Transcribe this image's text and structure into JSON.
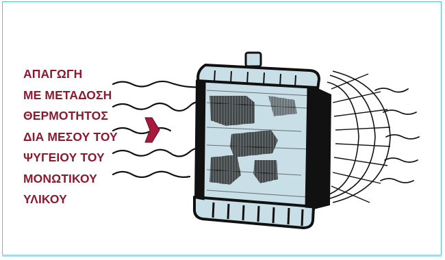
{
  "caption": {
    "lines": [
      "ΑΠΑΓΩΓΗ",
      "ΜΕ ΜΕΤΑΔΟΣΗ",
      "ΘΕΡΜΟΤΗΤΟΣ",
      "ΔΙΑ ΜΕΣΟΥ ΤΟΥ",
      "ΨΥΓΕΙΟΥ ΤΟΥ",
      "ΜΟΝΩΤΙΚΟΥ",
      "ΥΛΙΚΟΥ"
    ]
  },
  "colors": {
    "frame_border": "#4cc3e3",
    "text": "#8b1a2f",
    "arrow": "#a8193b",
    "radiator_fill": "#c9dfe7",
    "ink": "#111111"
  },
  "icons": {
    "arrow": "right-pointing-arrow-icon",
    "radiator": "radiator-illustration",
    "heat_waves": "heat-wave-lines",
    "cold_radiation": "radiating-arcs"
  }
}
